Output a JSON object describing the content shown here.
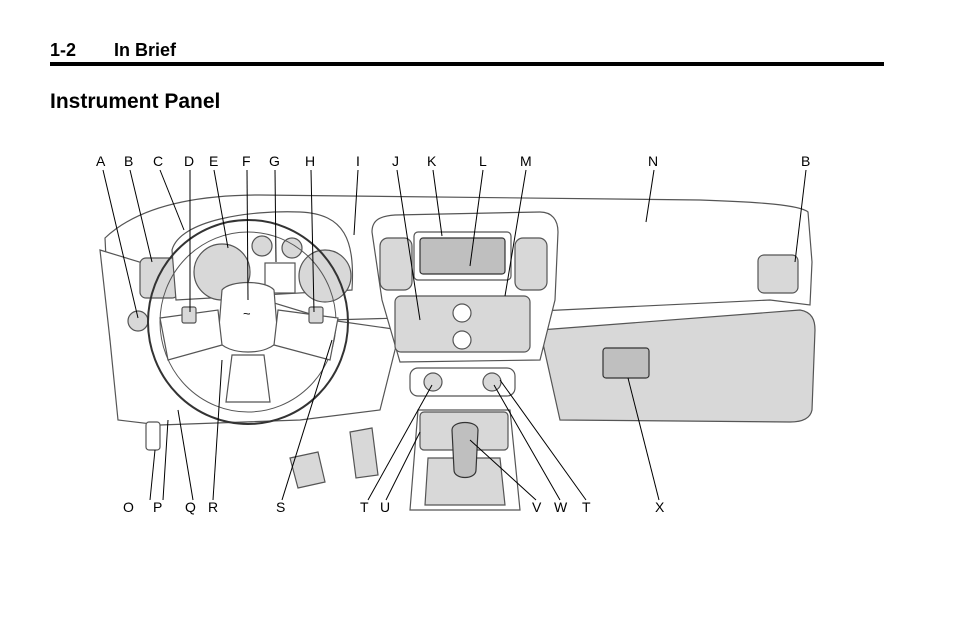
{
  "header": {
    "page_number": "1-2",
    "chapter": "In Brief"
  },
  "title": "Instrument Panel",
  "figure": {
    "top_labels": [
      "A",
      "B",
      "C",
      "D",
      "E",
      "F",
      "G",
      "H",
      "I",
      "J",
      "K",
      "L",
      "M",
      "N",
      "B"
    ],
    "bottom_labels": [
      "O",
      "P",
      "Q",
      "R",
      "S",
      "T",
      "U",
      "V",
      "W",
      "T",
      "X"
    ]
  }
}
